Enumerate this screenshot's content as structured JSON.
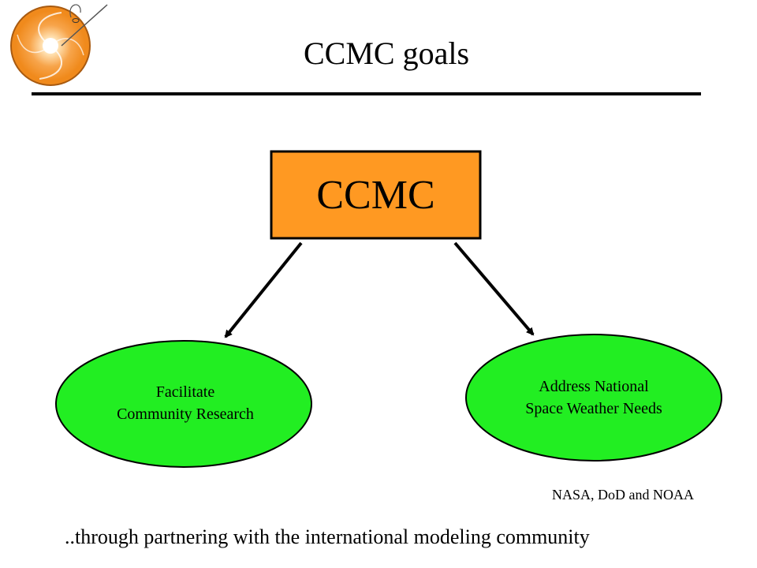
{
  "slide": {
    "title": "CCMC goals",
    "footer": "..through partnering with the international modeling community"
  },
  "diagram": {
    "central_node": {
      "label": "CCMC",
      "fill": "#FF9922"
    },
    "goals": [
      {
        "label_line1": "Facilitate",
        "label_line2": "Community Research",
        "fill": "#22EE22"
      },
      {
        "label_line1": "Address National",
        "label_line2": "Space Weather Needs",
        "fill": "#22EE22"
      }
    ],
    "goal_note": "NASA, DoD and NOAA"
  },
  "logo": {
    "icon": "sun-spiral-logo-icon",
    "ring_color": "#F08A1C"
  }
}
